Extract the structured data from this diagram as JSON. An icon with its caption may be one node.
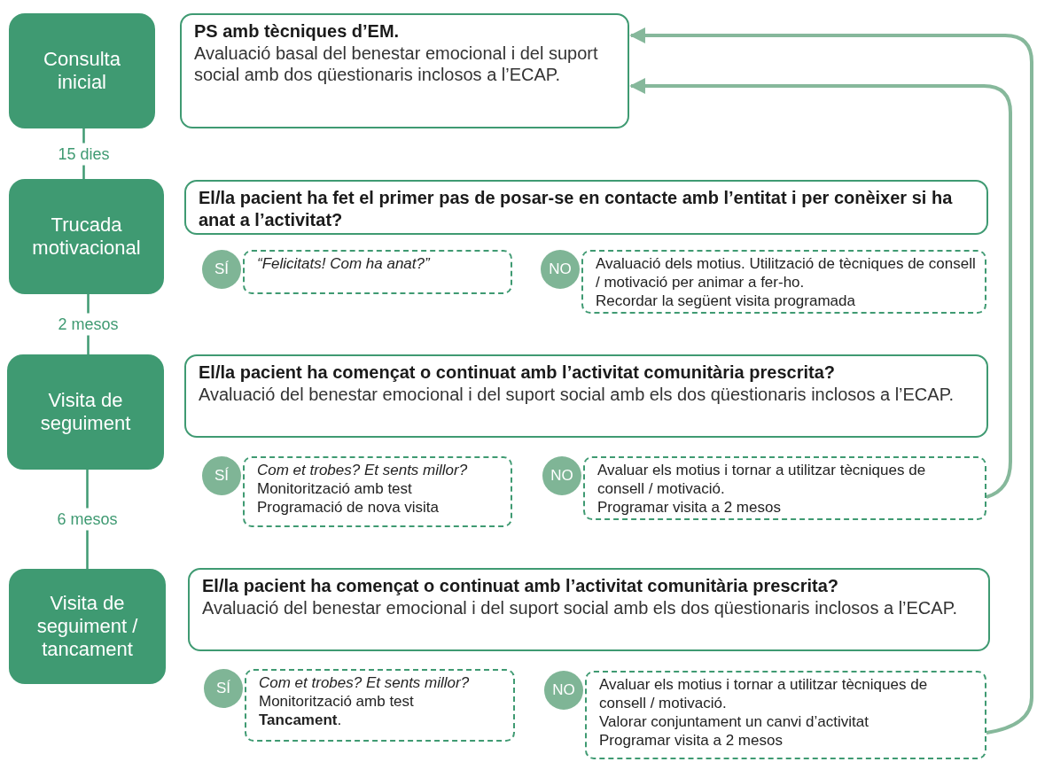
{
  "diagram": {
    "nodes": [
      {
        "text": [
          "Consulta inicial"
        ]
      },
      {
        "text": [
          "PS amb tècniques d’EM.",
          "Avaluació basal del benestar emocional i del suport social amb dos qüestionaris inclosos a l’ECAP."
        ]
      },
      {
        "text": [
          "Trucada motivacional"
        ]
      },
      {
        "text": [
          "El/la pacient ha fet el primer pas de posar-se en contacte amb l’entitat i per conèixer si ha anat a l’activitat?"
        ]
      },
      {
        "text": [
          "SÍ",
          "“Felicitats! Com ha anat?”"
        ]
      },
      {
        "text": [
          "NO",
          "Avaluació dels motius. Utilització de tècniques de consell / motivació per animar a fer-ho.",
          "Recordar la següent visita programada"
        ]
      },
      {
        "text": [
          "Visita de seguiment"
        ]
      },
      {
        "text": [
          "El/la pacient ha començat o continuat amb l’activitat comunitària prescrita?",
          "Avaluació del benestar emocional i del suport social amb els dos qüestionaris inclosos a l’ECAP."
        ]
      },
      {
        "text": [
          "SÍ",
          "Com et trobes? Et sents millor?",
          "Monitorització amb test",
          "Programació de nova visita"
        ]
      },
      {
        "text": [
          "NO",
          "Avaluar els motius i tornar a utilitzar tècniques de consell / motivació.",
          "Programar visita a 2 mesos"
        ]
      },
      {
        "text": [
          "Visita de seguiment / tancament"
        ]
      },
      {
        "text": [
          "El/la pacient ha començat o continuat amb l’activitat comunitària prescrita?",
          "Avaluació del benestar emocional i del suport social amb els dos qüestionaris inclosos a l’ECAP."
        ]
      },
      {
        "text": [
          "SÍ",
          "Com et trobes? Et sents millor?",
          "Monitorització amb test",
          "**Tancament**."
        ]
      },
      {
        "text": [
          "NO",
          "Avaluar els motius i tornar a utilitzar tècniques de consell / motivació.",
          "Valorar conjuntament un canvi d’activitat",
          "Programar visita a 2 mesos"
        ]
      }
    ],
    "edges": [
      {
        "from": 0,
        "to": 2,
        "arrow": "none",
        "label": "15 dies"
      },
      {
        "from": 2,
        "to": 6,
        "arrow": "none",
        "label": "2 mesos"
      },
      {
        "from": 6,
        "to": 10,
        "arrow": "none",
        "label": "6 mesos"
      },
      {
        "from": 9,
        "to": 1,
        "arrow": "to"
      },
      {
        "from": 13,
        "to": 1,
        "arrow": "to"
      }
    ]
  }
}
